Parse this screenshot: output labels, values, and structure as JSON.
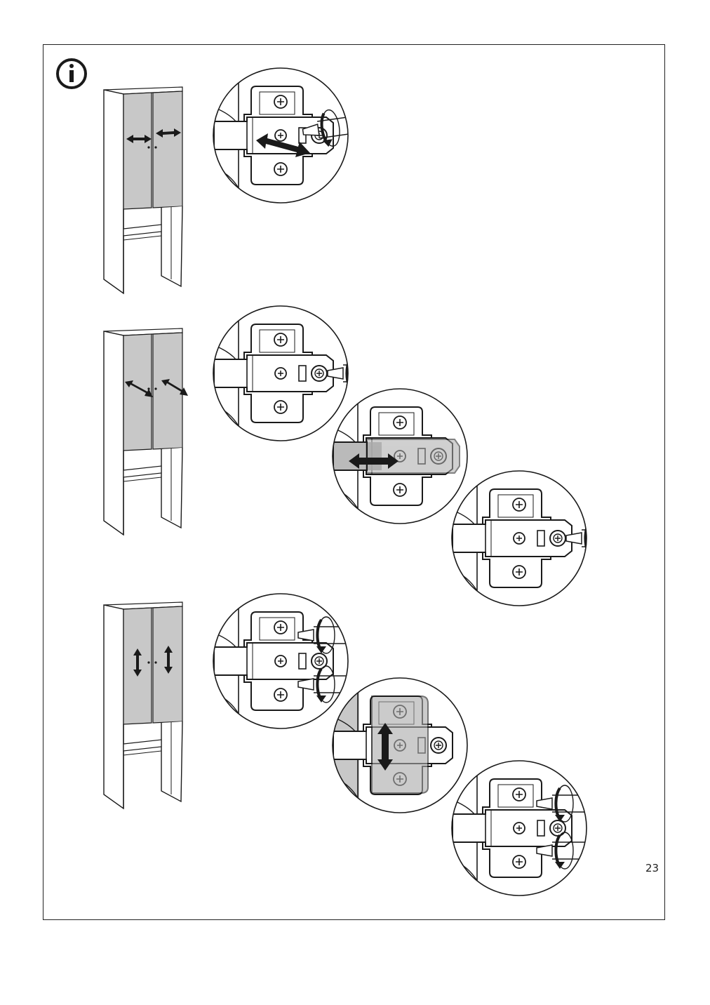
{
  "page": {
    "number": "23"
  },
  "colors": {
    "ink": "#1a1a1a",
    "door_fill": "#c8c8c8",
    "highlight_fill": "#a9a9a9",
    "paper": "#ffffff"
  },
  "icons": {
    "info": "info-circle-icon"
  },
  "steps": [
    {
      "id": "adjust-side",
      "arrow": "horizontal-double-arrow",
      "detail_views": 1
    },
    {
      "id": "adjust-depth",
      "arrow": "diagonal-double-arrow",
      "detail_views": 3
    },
    {
      "id": "adjust-height",
      "arrow": "vertical-double-arrow",
      "detail_views": 3
    }
  ]
}
